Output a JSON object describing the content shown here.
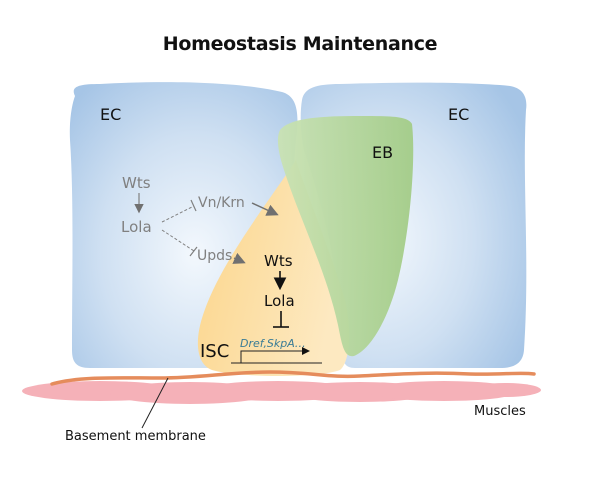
{
  "title": "Homeostasis Maintenance",
  "cells": {
    "ec_left": "EC",
    "ec_right": "EC",
    "eb": "EB",
    "isc": "ISC"
  },
  "ec_pathway": {
    "wts": "Wts",
    "lola": "Lola",
    "vn_krn": "Vn/Krn",
    "upds": "Upds"
  },
  "isc_pathway": {
    "wts": "Wts",
    "lola": "Lola",
    "targets": "Dref,SkpA…"
  },
  "tissue": {
    "muscles": "Muscles",
    "basement_membrane": "Basement membrane"
  },
  "colors": {
    "ec": "#a9c8e8",
    "eb": "#a8d08d",
    "isc": "#fcd98a",
    "membrane": "#e8895a",
    "muscle": "#f4a7b0",
    "gray_text": "#808080",
    "target_text": "#3a7c96"
  }
}
